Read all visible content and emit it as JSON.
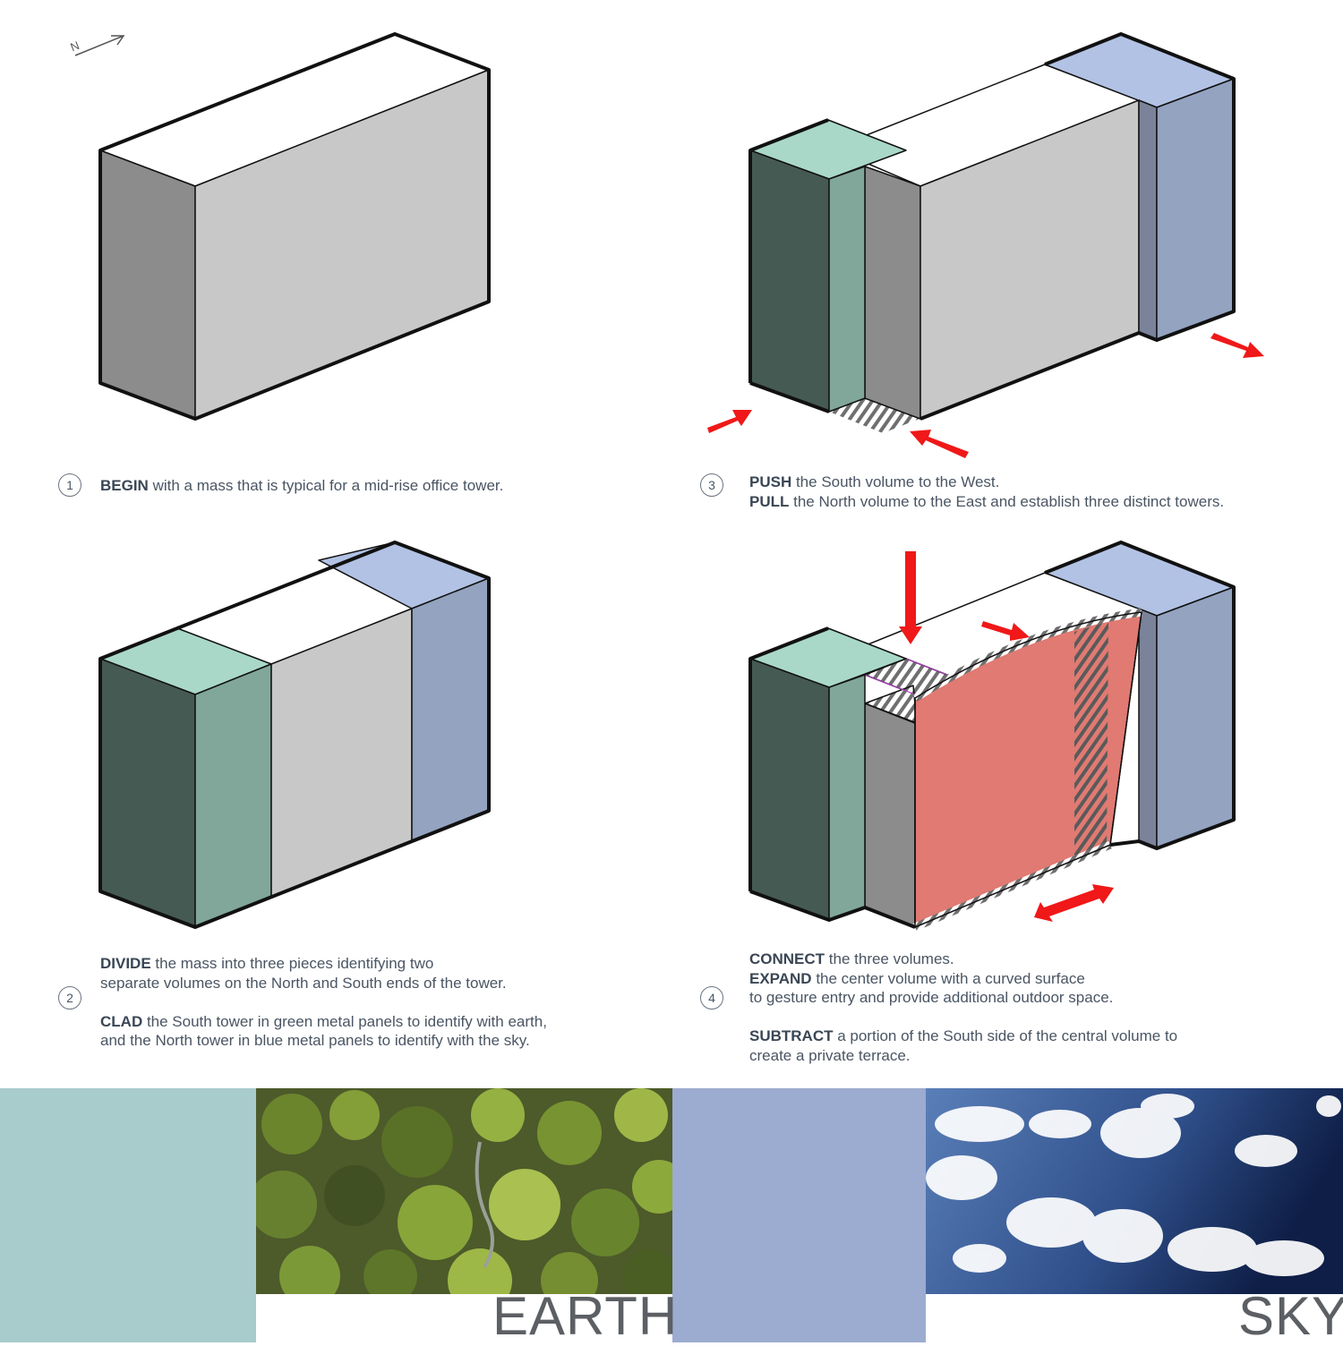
{
  "north_label": "N",
  "steps": [
    {
      "num": "1",
      "lines": [
        [
          {
            "b": "BEGIN",
            "t": " with a mass that is typical for a mid-rise office tower."
          }
        ]
      ]
    },
    {
      "num": "2",
      "lines": [
        [
          {
            "b": "DIVIDE",
            "t": " the mass into three pieces identifying two"
          }
        ],
        [
          {
            "b": "",
            "t": "separate volumes on the North and South ends of the tower."
          }
        ],
        [],
        [
          {
            "b": "CLAD",
            "t": " the South tower in green metal panels to identify with earth,"
          }
        ],
        [
          {
            "b": "",
            "t": "and the North tower in blue metal panels to identify with the sky."
          }
        ]
      ]
    },
    {
      "num": "3",
      "lines": [
        [
          {
            "b": "PUSH",
            "t": " the South volume to the West."
          }
        ],
        [
          {
            "b": "PULL",
            "t": " the North volume to the East and establish three distinct towers."
          }
        ]
      ]
    },
    {
      "num": "4",
      "lines": [
        [
          {
            "b": "CONNECT",
            "t": " the three volumes."
          }
        ],
        [
          {
            "b": "EXPAND",
            "t": " the center volume with a curved surface"
          }
        ],
        [
          {
            "b": "",
            "t": "to gesture entry and provide additional outdoor space."
          }
        ],
        [],
        [
          {
            "b": "SUBTRACT",
            "t": " a portion of the South side of the central volume to"
          }
        ],
        [
          {
            "b": "",
            "t": "create a private terrace."
          }
        ]
      ]
    }
  ],
  "materials": {
    "earth_label": "EARTH",
    "sky_label": "SKY",
    "swatches": [
      "green-metal-panel",
      "forest-aerial-photo",
      "blue-metal-panel",
      "cloudy-sky-photo"
    ]
  },
  "colors": {
    "white_top": "#ffffff",
    "grey_light": "#c8c8c8",
    "grey_dark": "#8c8c8c",
    "green_dark": "#465a54",
    "green_mid": "#80a79a",
    "green_top": "#a9d8c8",
    "blue_side": "#93a3c0",
    "blue_dark": "#7a8399",
    "blue_top": "#b2c2e4",
    "red_surface": "#e07a72",
    "arrow_red": "#f01818",
    "text": "#4a5563"
  }
}
